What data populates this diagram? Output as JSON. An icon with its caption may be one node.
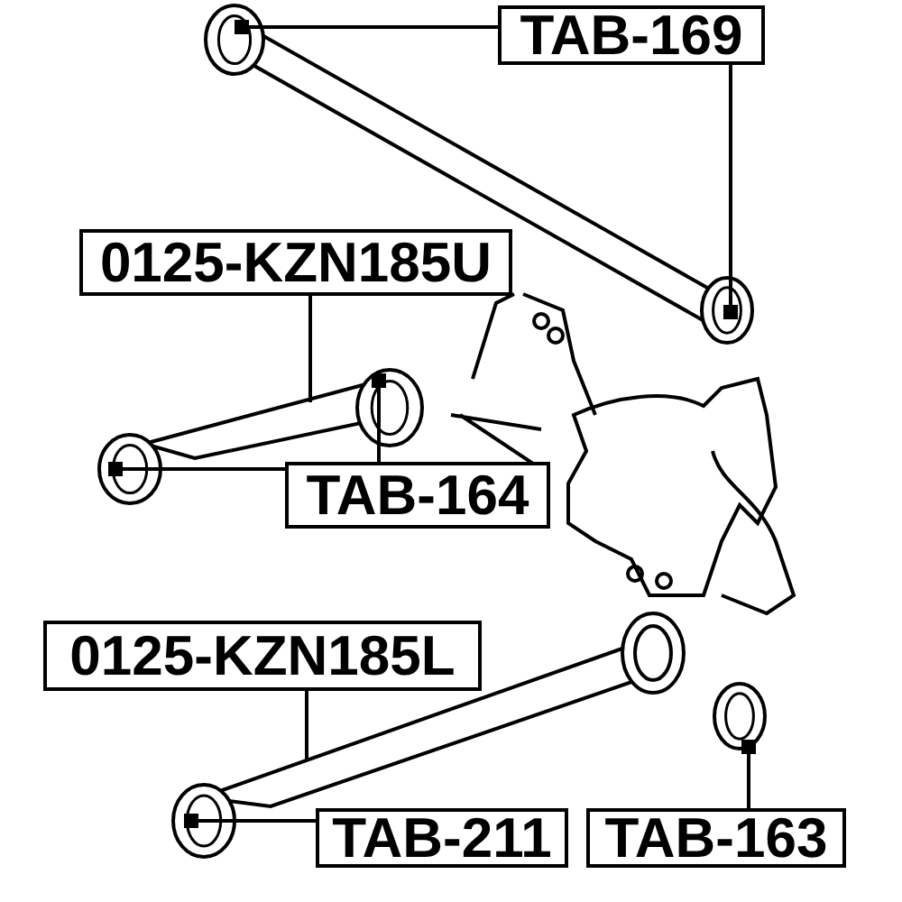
{
  "diagram": {
    "nodes": [
      {
        "text": [
          "TAB-169"
        ]
      },
      {
        "text": [],
        "shape": "picture"
      },
      {
        "text": [],
        "shape": "picture"
      },
      {
        "text": [
          "0125-KZN185U"
        ]
      },
      {
        "text": [
          "TAB-164"
        ]
      },
      {
        "text": [],
        "shape": "picture"
      },
      {
        "text": [],
        "shape": "picture"
      },
      {
        "text": [
          "0125-KZN185L"
        ]
      },
      {
        "text": [
          "TAB-211"
        ]
      },
      {
        "text": [],
        "shape": "picture"
      },
      {
        "text": [
          "TAB-163"
        ]
      },
      {
        "text": [],
        "shape": "picture"
      }
    ],
    "edges": [
      {
        "from": 0,
        "to": 1,
        "arrow": "other"
      },
      {
        "from": 0,
        "to": 2,
        "arrow": "other"
      },
      {
        "from": 3,
        "to": null,
        "arrow": "none"
      },
      {
        "from": 4,
        "to": 5,
        "arrow": "other"
      },
      {
        "from": 4,
        "to": 6,
        "arrow": "other"
      },
      {
        "from": 7,
        "to": null,
        "arrow": "none"
      },
      {
        "from": 8,
        "to": 9,
        "arrow": "other"
      },
      {
        "from": 10,
        "to": 11,
        "arrow": "other"
      }
    ]
  }
}
